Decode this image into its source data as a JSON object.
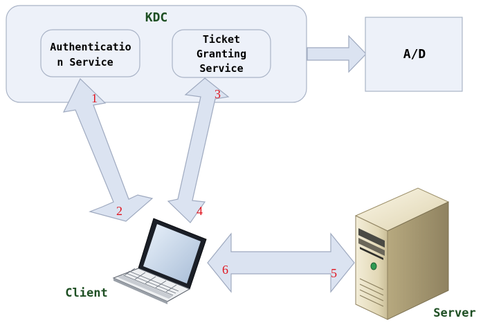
{
  "kdc": {
    "title": "KDC",
    "auth_service": {
      "line1": "Authenticatio",
      "line2": "n Service"
    },
    "tgs": {
      "line1": "Ticket",
      "line2": "Granting",
      "line3": "Service"
    }
  },
  "ad": {
    "label": "A/D"
  },
  "client": {
    "label": "Client"
  },
  "server": {
    "label": "Server"
  },
  "steps": [
    "1",
    "2",
    "3",
    "4",
    "5",
    "6"
  ],
  "colors": {
    "box_fill": "#edf1f9",
    "box_stroke": "#a9b3c6",
    "arrow_fill": "#dbe3f1",
    "arrow_stroke": "#9ea9bf",
    "step_number": "#e0141e",
    "title_green": "#1e4f23"
  },
  "icons": [
    "laptop-icon",
    "server-tower-icon"
  ]
}
